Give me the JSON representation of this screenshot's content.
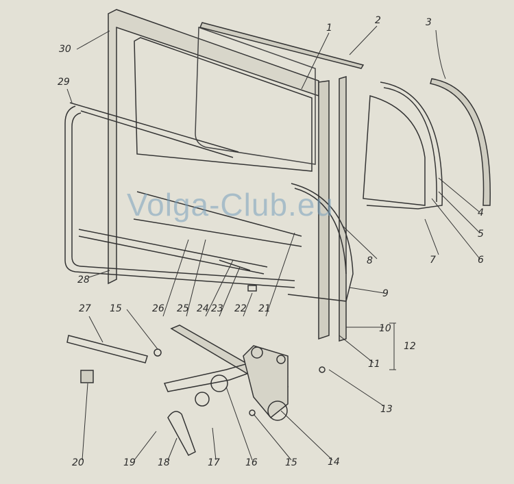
{
  "watermark": "Volga-Club.eu",
  "part_labels": {
    "p1": "1",
    "p2": "2",
    "p3": "3",
    "p4": "4",
    "p5": "5",
    "p6": "6",
    "p7": "7",
    "p8": "8",
    "p9": "9",
    "p10": "10",
    "p11": "11",
    "p12": "12",
    "p13": "13",
    "p14": "14",
    "p15a": "15",
    "p15b": "15",
    "p16": "16",
    "p17": "17",
    "p18": "18",
    "p19": "19",
    "p20": "20",
    "p21": "21",
    "p22": "22",
    "p23": "23",
    "p24": "24",
    "p25": "25",
    "p26": "26",
    "p27": "27",
    "p28": "28",
    "p29": "29",
    "p30": "30"
  }
}
